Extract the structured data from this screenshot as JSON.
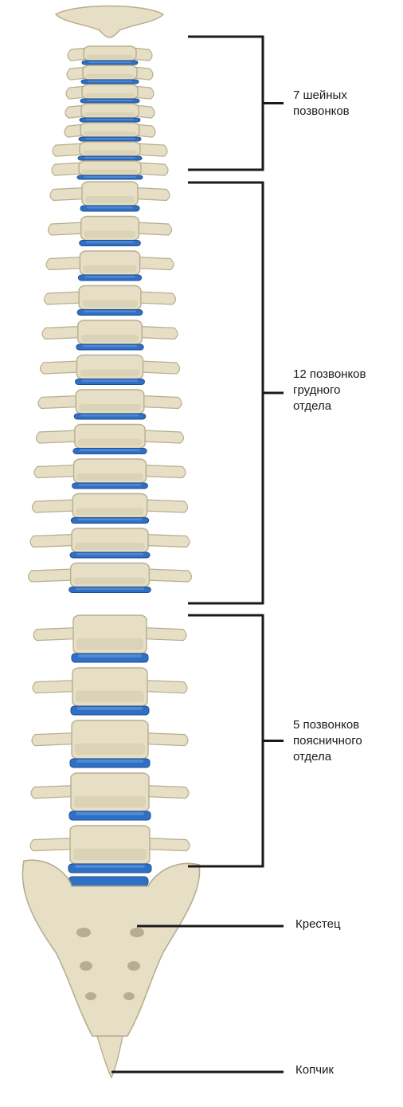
{
  "labels": {
    "cervical": "7 шейных\nпозвонков",
    "thoracic": "12 позвонков\nгрудного\nотдела",
    "lumbar": "5 позвонков\nпоясничного\nотдела",
    "sacrum": "Крестец",
    "coccyx": "Копчик"
  },
  "colors": {
    "bone": "#e6dfc6",
    "bone_shadow": "#b8ae8e",
    "bone_dark": "#8f8567",
    "disc": "#2f6fc4",
    "disc_light": "#5b94dc",
    "bracket": "#1a1a1a"
  },
  "counts": {
    "cervical": 7,
    "thoracic": 12,
    "lumbar": 5
  }
}
